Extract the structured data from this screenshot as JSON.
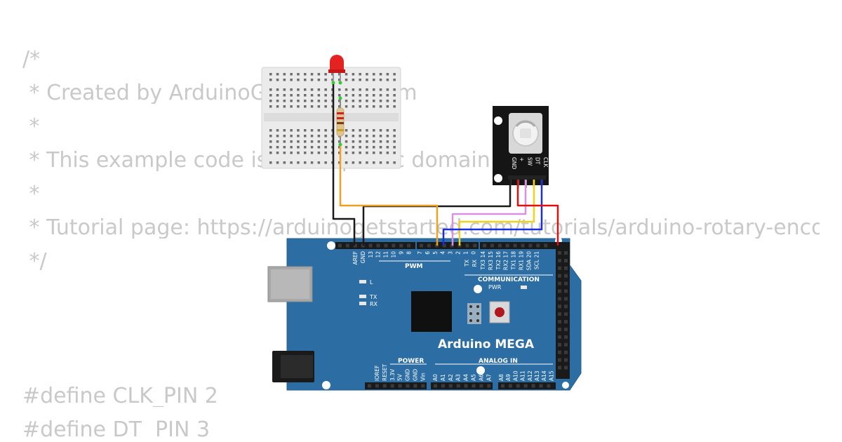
{
  "code_lines": [
    "/*",
    " * Created by ArduinoGetStarted.com",
    " *",
    " * This example code is in the public domain",
    " *",
    " * Tutorial page: https://arduinogetstarted.com/tutorials/arduino-rotary-encoder-led",
    " */",
    "",
    "",
    "",
    "#define CLK_PIN 2",
    "#define DT  PIN 3"
  ],
  "board": {
    "name": "Arduino MEGA",
    "pwm_label": "PWM",
    "communication_label": "COMMUNICATION",
    "power_label": "POWER",
    "analog_label": "ANALOG IN",
    "pwr_led_label": "PWR",
    "led_l_label": "L",
    "led_tx_label": "TX",
    "led_rx_label": "RX",
    "top_left_pins": [
      "AREF",
      "GND",
      "13",
      "12",
      "11",
      "10",
      "9",
      "8"
    ],
    "top_mid_pins": [
      "7",
      "6",
      "5",
      "4",
      "3",
      "2",
      "1",
      "0"
    ],
    "tx_rx_pins": [
      "TX",
      "RX"
    ],
    "comm_pins": [
      "TX3 14",
      "RX3 15",
      "TX2 16",
      "RX2 17",
      "TX1 18",
      "RX1 19",
      "SDA 20",
      "SCL 21"
    ],
    "power_pins": [
      "IOREF",
      "RESET",
      "3.3V",
      "5V",
      "GND",
      "GND",
      "Vin"
    ],
    "analog_pins_1": [
      "A0",
      "A1",
      "A2",
      "A3",
      "A4",
      "A5",
      "A6",
      "A7"
    ],
    "analog_pins_2": [
      "A8",
      "A9",
      "A10",
      "A11",
      "A12",
      "A13",
      "A14",
      "A15"
    ]
  },
  "encoder": {
    "pins": [
      "GND",
      "+",
      "SW",
      "DT",
      "CLK"
    ]
  },
  "colors": {
    "board": "#2c6da3",
    "wire_black": "#1a1a1a",
    "wire_orange": "#f0a020",
    "wire_violet": "#d890e0",
    "wire_yellow": "#f2d020",
    "wire_blue": "#1a2ee0",
    "wire_red": "#dd1111",
    "led": "#e52222"
  }
}
